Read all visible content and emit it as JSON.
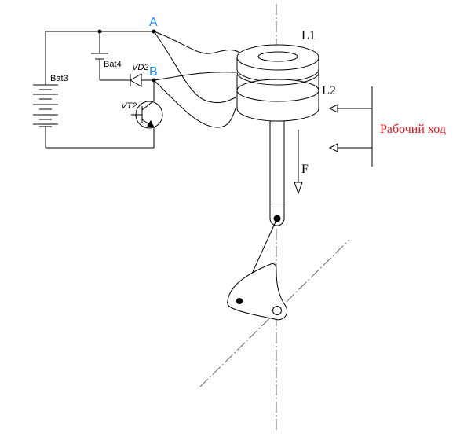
{
  "labels": {
    "bat3": "Bat3",
    "bat4": "Bat4",
    "vd2": "VD2",
    "vt2": "VT2",
    "node_a": "A",
    "node_b": "B",
    "coil_l1": "L1",
    "coil_l2": "L2",
    "force": "F",
    "working_stroke": "Рабочий ход"
  },
  "colors": {
    "line": "#000000",
    "node_label": "#1e90ff",
    "working_stroke": "#e8161b",
    "axis": "#666666"
  }
}
